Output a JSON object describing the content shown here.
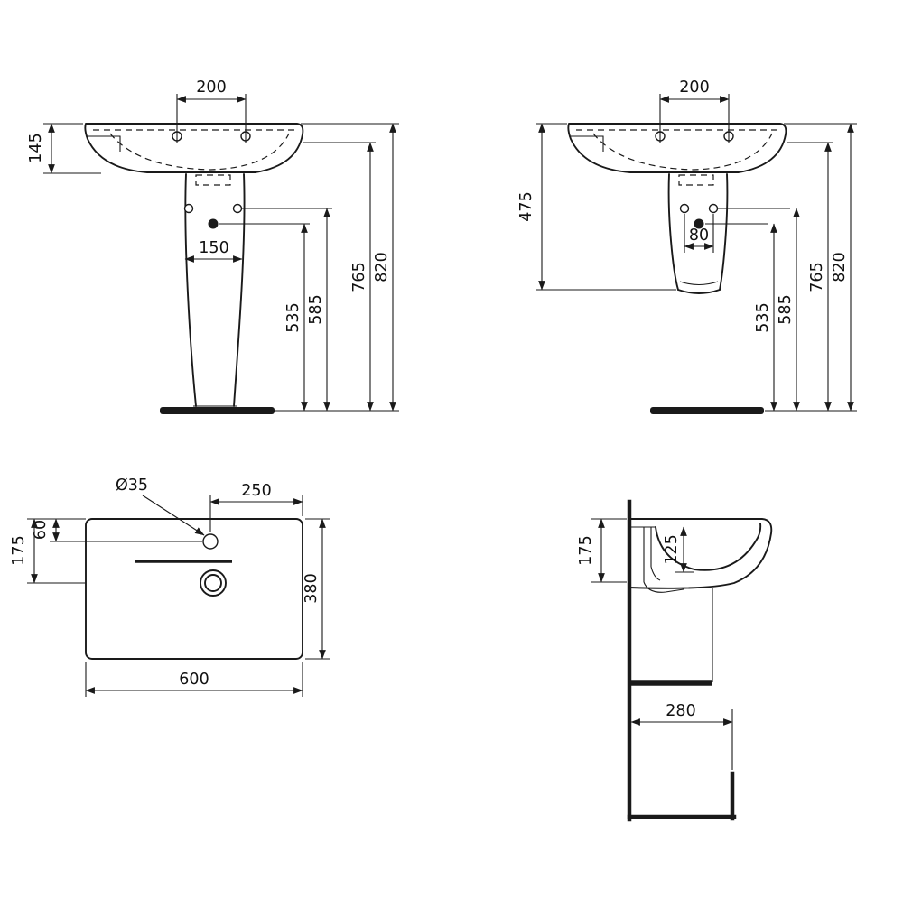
{
  "colors": {
    "ink": "#1a1a1a",
    "paper": "#ffffff"
  },
  "views": {
    "front_pedestal": {
      "dims": {
        "tap_centres": "200",
        "basin_height": "145",
        "pedestal_width": "150",
        "outlet_height": "535",
        "fixing_height": "585",
        "underside_height": "765",
        "rim_height": "820"
      }
    },
    "front_semi_pedestal": {
      "dims": {
        "tap_centres": "200",
        "overall_height": "475",
        "fixing_centres": "80",
        "outlet_height": "535",
        "fixing_height": "585",
        "underside_height": "765",
        "rim_height": "820"
      }
    },
    "plan": {
      "dims": {
        "tap_hole_diameter": "Ø35",
        "tap_to_edge": "250",
        "tap_from_back": "60",
        "outlet_from_back": "175",
        "depth": "380",
        "width": "600"
      }
    },
    "side": {
      "dims": {
        "front_height": "175",
        "bowl_depth": "125",
        "projection": "280"
      }
    }
  }
}
